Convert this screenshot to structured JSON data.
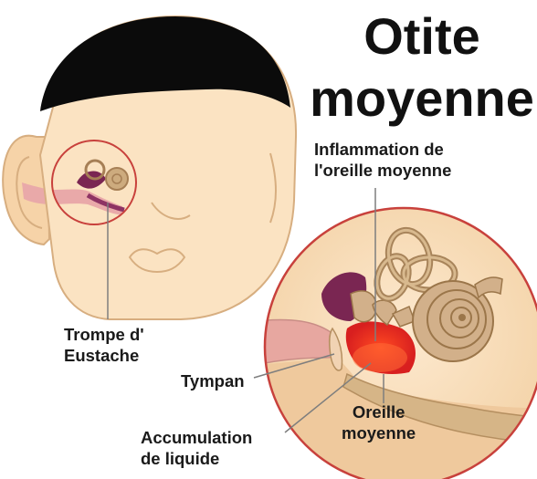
{
  "title": {
    "line1": "Otite",
    "line2": "moyenne"
  },
  "labels": {
    "inflammation": [
      "Inflammation de",
      "l'oreille moyenne"
    ],
    "eustachian_tube": [
      "Trompe d'",
      "Eustache"
    ],
    "eardrum": "Tympan",
    "middle_ear": [
      "Oreille",
      "moyenne"
    ],
    "fluid": [
      "Accumulation",
      "de liquide"
    ]
  },
  "colors": {
    "skin": "#fbe3c2",
    "hair": "#0b0b0b",
    "ear_canal_pink": "#e8a6a6",
    "inflammation_red": "#e8281e",
    "magnifier_outline": "#c8413c",
    "bone_tan": "#cdab7e",
    "purple_tube": "#7a2652",
    "leader_line": "#8a8a8a"
  }
}
